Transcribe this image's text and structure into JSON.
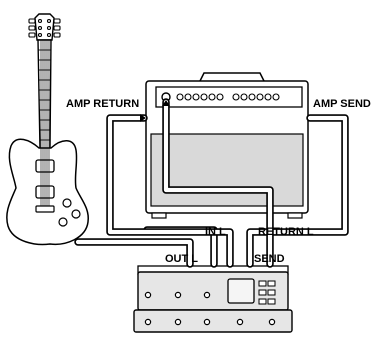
{
  "labels": {
    "amp_return": "AMP RETURN",
    "amp_send": "AMP SEND",
    "in_l": "IN L",
    "return_l": "RETURN L",
    "out_l": "OUT L",
    "send": "SEND"
  },
  "colors": {
    "background": "#ffffff",
    "line": "#000000",
    "fill": "#ffffff",
    "shade": "#d9d9d9",
    "device_panel": "#e6e6e6",
    "screen": "#f5f5f5"
  },
  "icons": [
    "guitar-icon",
    "amplifier-icon",
    "multi-effects-pedal-icon"
  ]
}
